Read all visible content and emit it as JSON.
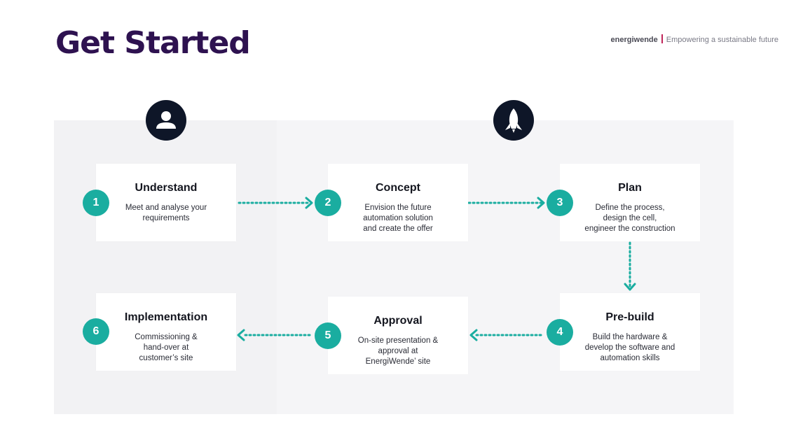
{
  "title": "Get Started",
  "brand": {
    "name": "energiwende",
    "tagline": "Empowering a sustainable future"
  },
  "colors": {
    "title": "#2e1250",
    "accent": "#1aada0",
    "badge": "#0e1628",
    "brand_separator": "#c0255a"
  },
  "icons": {
    "left_badge": "person-icon",
    "right_badge": "rocket-icon"
  },
  "steps": [
    {
      "number": "1",
      "title": "Understand",
      "text": "Meet and analyse your\nrequirements"
    },
    {
      "number": "2",
      "title": "Concept",
      "text": "Envision the future\nautomation solution\nand create the offer"
    },
    {
      "number": "3",
      "title": "Plan",
      "text": "Define the process,\ndesign the cell,\nengineer the construction"
    },
    {
      "number": "4",
      "title": "Pre-build",
      "text": "Build the hardware &\ndevelop the software and\nautomation skills"
    },
    {
      "number": "5",
      "title": "Approval",
      "text": "On-site presentation &\napproval at\nEnergiWende’ site"
    },
    {
      "number": "6",
      "title": "Implementation",
      "text": "Commissioning &\nhand-over at\ncustomer’s site"
    }
  ]
}
